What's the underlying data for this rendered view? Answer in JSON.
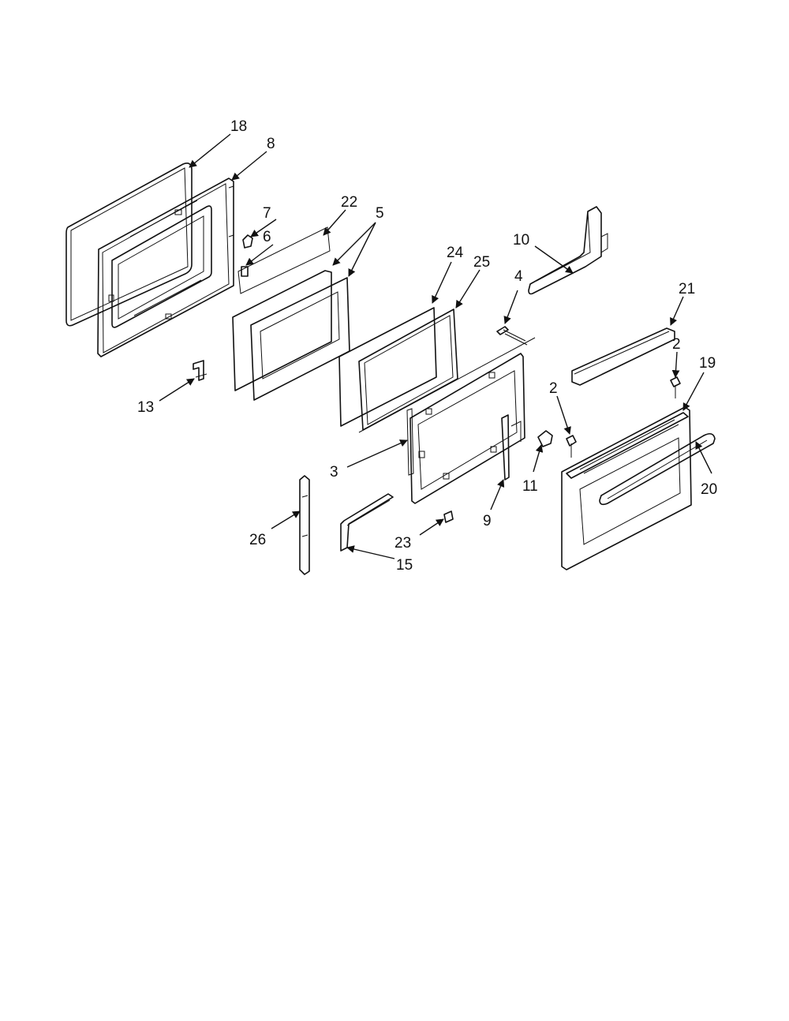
{
  "diagram": {
    "callouts": [
      {
        "id": "18",
        "text": "18"
      },
      {
        "id": "8",
        "text": "8"
      },
      {
        "id": "7",
        "text": "7"
      },
      {
        "id": "22",
        "text": "22"
      },
      {
        "id": "5",
        "text": "5"
      },
      {
        "id": "6",
        "text": "6"
      },
      {
        "id": "24",
        "text": "24"
      },
      {
        "id": "25",
        "text": "25"
      },
      {
        "id": "10",
        "text": "10"
      },
      {
        "id": "4",
        "text": "4"
      },
      {
        "id": "21",
        "text": "21"
      },
      {
        "id": "2a",
        "text": "2"
      },
      {
        "id": "19",
        "text": "19"
      },
      {
        "id": "2b",
        "text": "2"
      },
      {
        "id": "13",
        "text": "13"
      },
      {
        "id": "3",
        "text": "3"
      },
      {
        "id": "11",
        "text": "11"
      },
      {
        "id": "20",
        "text": "20"
      },
      {
        "id": "9",
        "text": "9"
      },
      {
        "id": "26",
        "text": "26"
      },
      {
        "id": "23",
        "text": "23"
      },
      {
        "id": "15",
        "text": "15"
      }
    ]
  }
}
